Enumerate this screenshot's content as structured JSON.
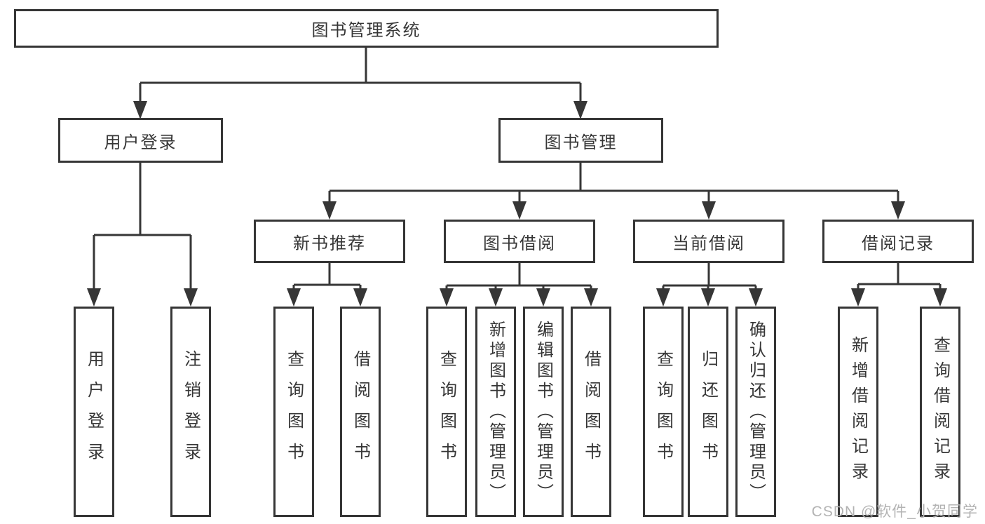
{
  "diagram": {
    "title": "图书管理系统",
    "level2": [
      {
        "label": "用户登录"
      },
      {
        "label": "图书管理"
      }
    ],
    "level3": [
      {
        "label": "新书推荐"
      },
      {
        "label": "图书借阅"
      },
      {
        "label": "当前借阅"
      },
      {
        "label": "借阅记录"
      }
    ],
    "leaves": {
      "login": [
        "用户登录",
        "注销登录"
      ],
      "recommend": [
        "查询图书",
        "借阅图书"
      ],
      "borrow": [
        "查询图书",
        "新增图书（管理员）",
        "编辑图书（管理员）",
        "借阅图书"
      ],
      "current": [
        "查询图书",
        "归还图书",
        "确认归还（管理员）"
      ],
      "records": [
        "新增借阅记录",
        "查询借阅记录"
      ]
    }
  },
  "watermark": {
    "text": "CSDN @软件_小贺同学"
  },
  "colors": {
    "line": "#363636",
    "text": "#363636",
    "box_fill": "#ffffff",
    "watermark": "#b3b3b3",
    "background": "#ffffff"
  }
}
